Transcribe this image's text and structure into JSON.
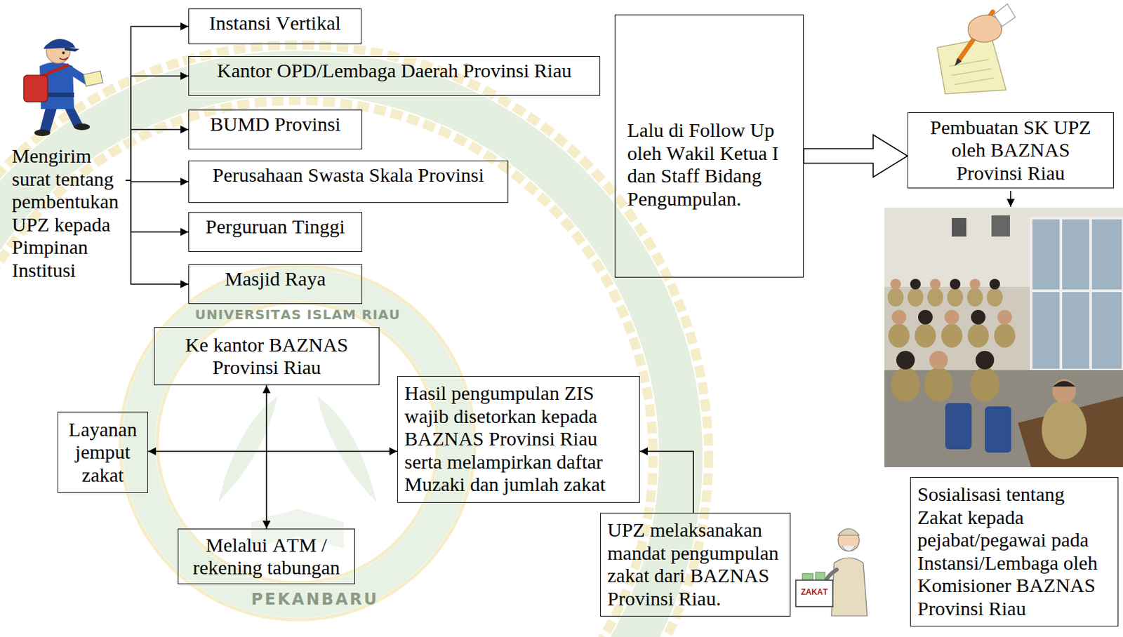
{
  "diagram": {
    "nodes": [
      {
        "text": [
          "Mengirim surat tentang pembentukan UPZ kepada Pimpinan Institusi"
        ]
      },
      {
        "text": [
          "Instansi Vertikal"
        ]
      },
      {
        "text": [
          "Kantor OPD/Lembaga Daerah Provinsi Riau"
        ]
      },
      {
        "text": [
          "BUMD Provinsi"
        ]
      },
      {
        "text": [
          "Perusahaan Swasta Skala Provinsi"
        ]
      },
      {
        "text": [
          "Perguruan Tinggi"
        ]
      },
      {
        "text": [
          "Masjid Raya"
        ]
      },
      {
        "text": [
          "Lalu di Follow Up oleh Wakil Ketua I dan Staff Bidang Pengumpulan."
        ]
      },
      {
        "text": [
          "Pembuatan SK UPZ oleh BAZNAS Provinsi Riau"
        ]
      },
      {
        "text": [
          "Sosialisasi tentang Zakat kepada pejabat/pegawai pada Instansi/Lembaga oleh Komisioner BAZNAS Provinsi Riau"
        ]
      },
      {
        "text": [
          "UPZ melaksanakan mandat pengumpulan zakat dari BAZNAS Provinsi Riau."
        ]
      },
      {
        "text": [
          "Hasil pengumpulan ZIS wajib disetorkan kepada BAZNAS Provinsi Riau serta melampirkan daftar Muzaki dan jumlah zakat"
        ]
      },
      {
        "text": [
          "Ke kantor BAZNAS Provinsi Riau"
        ]
      },
      {
        "text": [
          "Layanan jemput zakat"
        ]
      },
      {
        "text": [
          "Melalui ATM / rekening tabungan"
        ]
      }
    ],
    "edges": [
      {
        "from": 0,
        "to": 1,
        "arrow": "to"
      },
      {
        "from": 0,
        "to": 2,
        "arrow": "to"
      },
      {
        "from": 0,
        "to": 3,
        "arrow": "to"
      },
      {
        "from": 0,
        "to": 4,
        "arrow": "to"
      },
      {
        "from": 0,
        "to": 5,
        "arrow": "to"
      },
      {
        "from": 0,
        "to": 6,
        "arrow": "to"
      },
      {
        "from": 7,
        "to": 8,
        "arrow": "to"
      },
      {
        "from": 10,
        "to": 11,
        "arrow": "to"
      },
      {
        "from": 13,
        "to": 11,
        "arrow": "both"
      },
      {
        "from": 12,
        "to": 14,
        "arrow": "both"
      }
    ],
    "labels": [
      "UNIVERSITAS ISLAM RIAU",
      "PEKANBARU",
      "ZAKAT"
    ]
  }
}
